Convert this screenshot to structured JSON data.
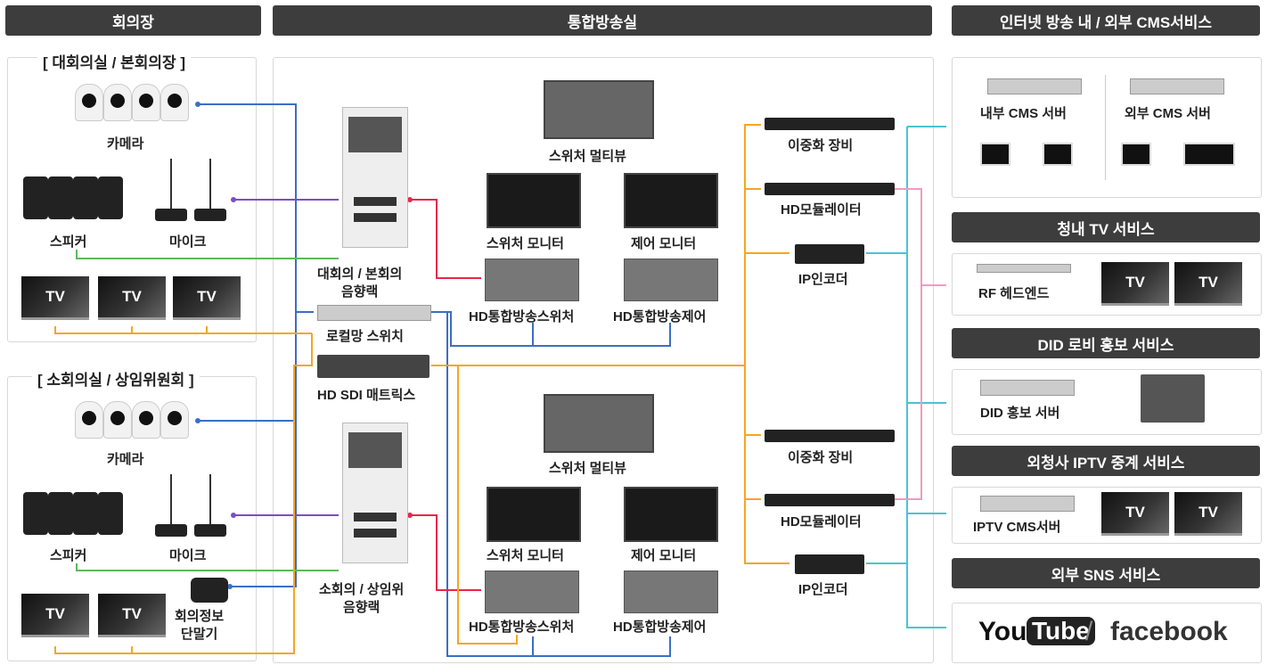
{
  "headers": {
    "left": "회의장",
    "center": "통합방송실",
    "right": "인터넷 방송 내 / 외부 CMS서비스"
  },
  "rooms": {
    "room1_title": "[ 대회의실 / 본회의장 ]",
    "room2_title": "[ 소회의실 / 상임위원회 ]",
    "camera": "카메라",
    "speaker": "스피커",
    "mic": "마이크",
    "tv": "TV",
    "terminal_line1": "회의정보",
    "terminal_line2": "단말기"
  },
  "center": {
    "rack1_line1": "대회의 / 본회의",
    "rack1_line2": "음향랙",
    "rack2_line1": "소회의 / 상임위",
    "rack2_line2": "음향랙",
    "switch": "로컬망 스위치",
    "matrix": "HD SDI 매트릭스",
    "multiview": "스위처 멀티뷰",
    "switcher_monitor": "스위처 모니터",
    "control_monitor": "제어 모니터",
    "hd_switcher": "HD통합방송스위처",
    "hd_control": "HD통합방송제어",
    "redundancy": "이중화 장비",
    "modulator": "HD모듈레이터",
    "encoder": "IP인코더"
  },
  "services": {
    "internal_cms": "내부 CMS 서버",
    "external_cms": "외부 CMS 서버",
    "tv_service": "청내 TV 서비스",
    "rf_headend": "RF 헤드엔드",
    "tv": "TV",
    "did_service": "DID 로비 홍보 서비스",
    "did_server": "DID 홍보 서버",
    "iptv_service": "외청사 IPTV 중계 서비스",
    "iptv_server": "IPTV CMS서버",
    "sns_service": "외부 SNS 서비스",
    "youtube_you": "You",
    "youtube_tube": "Tube",
    "slash": "/",
    "facebook": "facebook"
  },
  "colors": {
    "blue": "#3a6fc4",
    "purple": "#7a4fc2",
    "green": "#5cb85c",
    "orange": "#f5a623",
    "red": "#e8264a",
    "cyan": "#4cc3d0",
    "pink": "#f29bbd"
  }
}
